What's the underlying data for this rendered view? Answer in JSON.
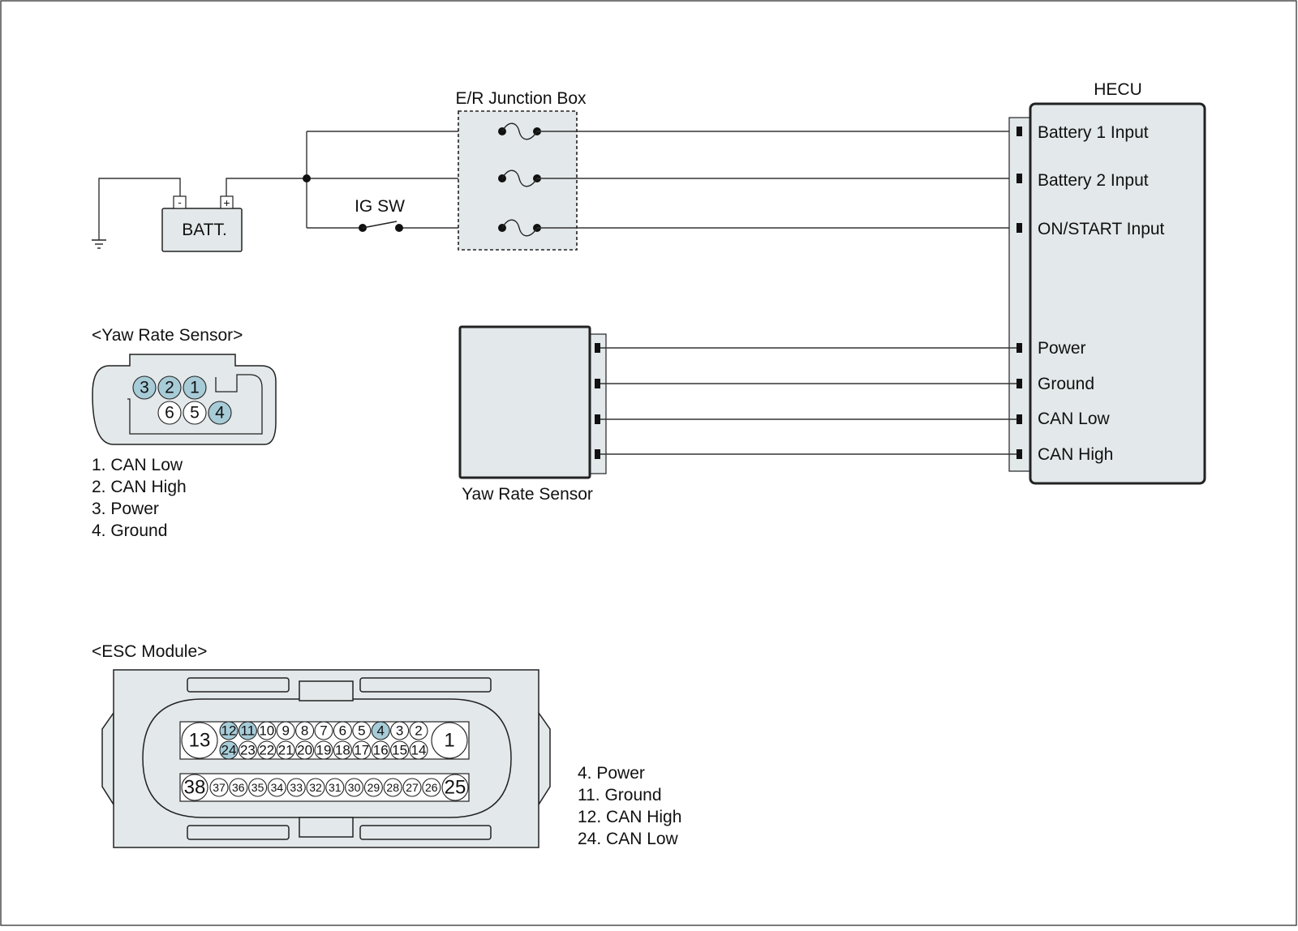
{
  "colors": {
    "component_fill": "#e3e8ea",
    "highlight_pin": "#a7ccd8",
    "line": "#222222"
  },
  "power": {
    "battery_label": "BATT.",
    "battery_minus": "-",
    "battery_plus": "+",
    "ignition_switch_label": "IG SW",
    "junction_box_title": "E/R Junction Box"
  },
  "hecu": {
    "title": "HECU",
    "pins": [
      "Battery 1 Input",
      "Battery 2 Input",
      "ON/START Input",
      "Power",
      "Ground",
      "CAN Low",
      "CAN High"
    ]
  },
  "yaw_sensor_block": {
    "label": "Yaw Rate Sensor"
  },
  "yaw_connector": {
    "title": "<Yaw Rate Sensor>",
    "top_row": [
      "3",
      "2",
      "1"
    ],
    "bottom_row": [
      "6",
      "5",
      "4"
    ],
    "highlighted": [
      "1",
      "2",
      "3",
      "4"
    ],
    "legend": [
      "1. CAN Low",
      "2. CAN High",
      "3. Power",
      "4. Ground"
    ]
  },
  "esc_connector": {
    "title": "<ESC Module>",
    "row1": [
      "13",
      "12",
      "11",
      "10",
      "9",
      "8",
      "7",
      "6",
      "5",
      "4",
      "3",
      "2",
      "1"
    ],
    "row2": [
      "24",
      "23",
      "22",
      "21",
      "20",
      "19",
      "18",
      "17",
      "16",
      "15",
      "14"
    ],
    "row3": [
      "38",
      "37",
      "36",
      "35",
      "34",
      "33",
      "32",
      "31",
      "30",
      "29",
      "28",
      "27",
      "26",
      "25"
    ],
    "highlighted": [
      "4",
      "11",
      "12",
      "24"
    ],
    "legend": [
      "4. Power",
      "11. Ground",
      "12. CAN High",
      "24. CAN Low"
    ]
  }
}
